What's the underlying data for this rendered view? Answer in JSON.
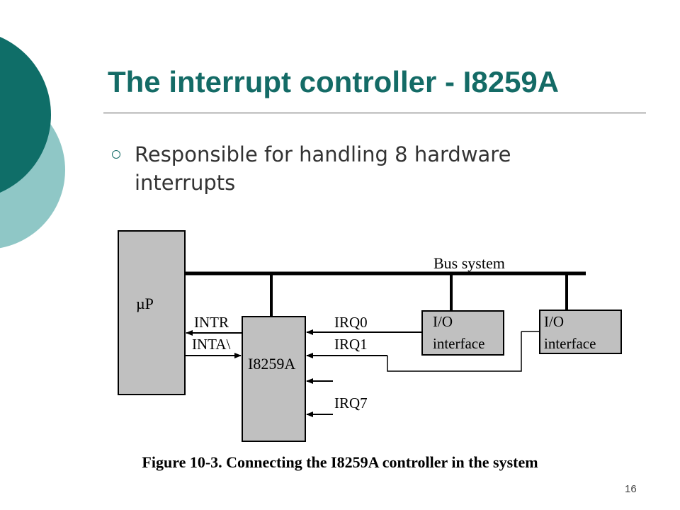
{
  "slide": {
    "title": "The interrupt controller - I8259A",
    "bullet": "Responsible for handling 8 hardware interrupts",
    "page_number": "16"
  },
  "diagram": {
    "cpu_label": "µP",
    "bus_label": "Bus system",
    "intr_label": "INTR",
    "inta_label": "INTA\\",
    "controller_label": "I8259A",
    "irq0_label": "IRQ0",
    "irq1_label": "IRQ1",
    "irq7_label": "IRQ7",
    "io1_line1": "I/O",
    "io1_line2": "interface",
    "io2_line1": "I/O",
    "io2_line2": "interface",
    "caption": "Figure 10-3. Connecting the I8259A controller in the system"
  },
  "colors": {
    "title": "#146b66",
    "dark_teal": "#0f6e68",
    "light_teal": "#8fc7c6",
    "box_fill": "#c0c0c0"
  }
}
